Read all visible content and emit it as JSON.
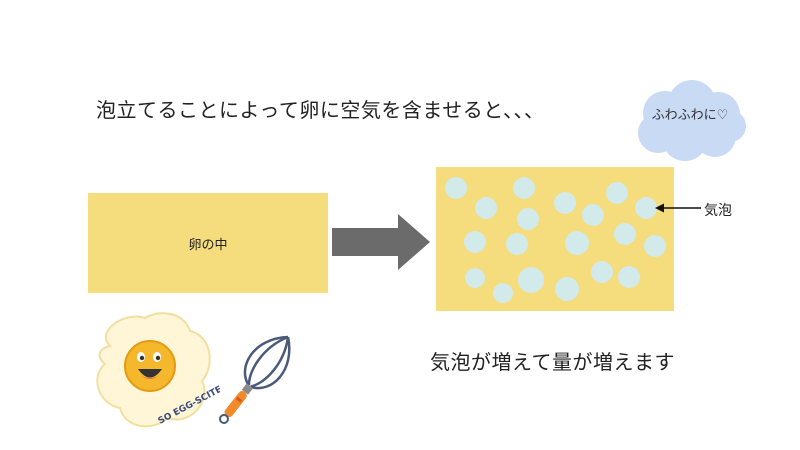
{
  "slide": {
    "title": "泡立てることによって卵に空気を含ませると、、、",
    "cloud_text": "ふわふわに♡",
    "egg_box_label": "卵の中",
    "bubble_label": "気泡",
    "result_text": "気泡が増えて量が増えます",
    "sticker_text": "SO EGG-SCITED!"
  },
  "colors": {
    "yolk_box": "#f5dc7c",
    "bubble": "#d2eaea",
    "arrow": "#6b6b6b",
    "cloud": "#c9daf5"
  }
}
